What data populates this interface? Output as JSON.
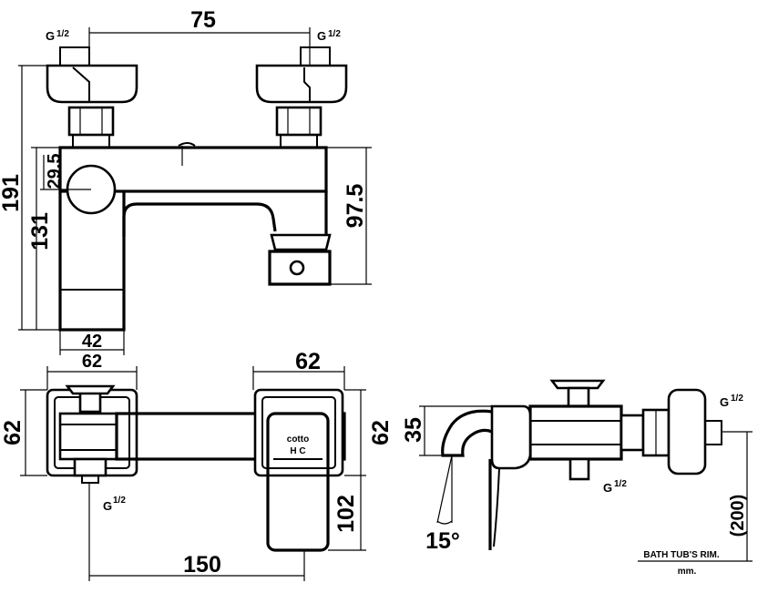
{
  "top_view": {
    "width_between_inlets": "75",
    "thread_left": "G",
    "thread_left_frac": "1/2",
    "thread_right": "G",
    "thread_right_frac": "1/2",
    "total_height": "191",
    "body_height": "131",
    "inlet_offset": "29.5",
    "spout_height": "97.5",
    "body_width": "42"
  },
  "front_view": {
    "left_width": "62",
    "right_width": "62",
    "left_height": "62",
    "right_height": "62",
    "spout_drop": "102",
    "total_length": "150",
    "thread": "G",
    "thread_frac": "1/2",
    "logo_text": "cotto",
    "hot_cold": "H   C"
  },
  "side_view": {
    "dimension_35": "35",
    "angle": "15°",
    "thread": "G",
    "thread_frac": "1/2",
    "thread_bottom": "G",
    "thread_bottom_frac": "1/2",
    "rim_height": "(200)",
    "rim_label": "BATH TUB'S RIM.",
    "unit_label": "mm."
  }
}
